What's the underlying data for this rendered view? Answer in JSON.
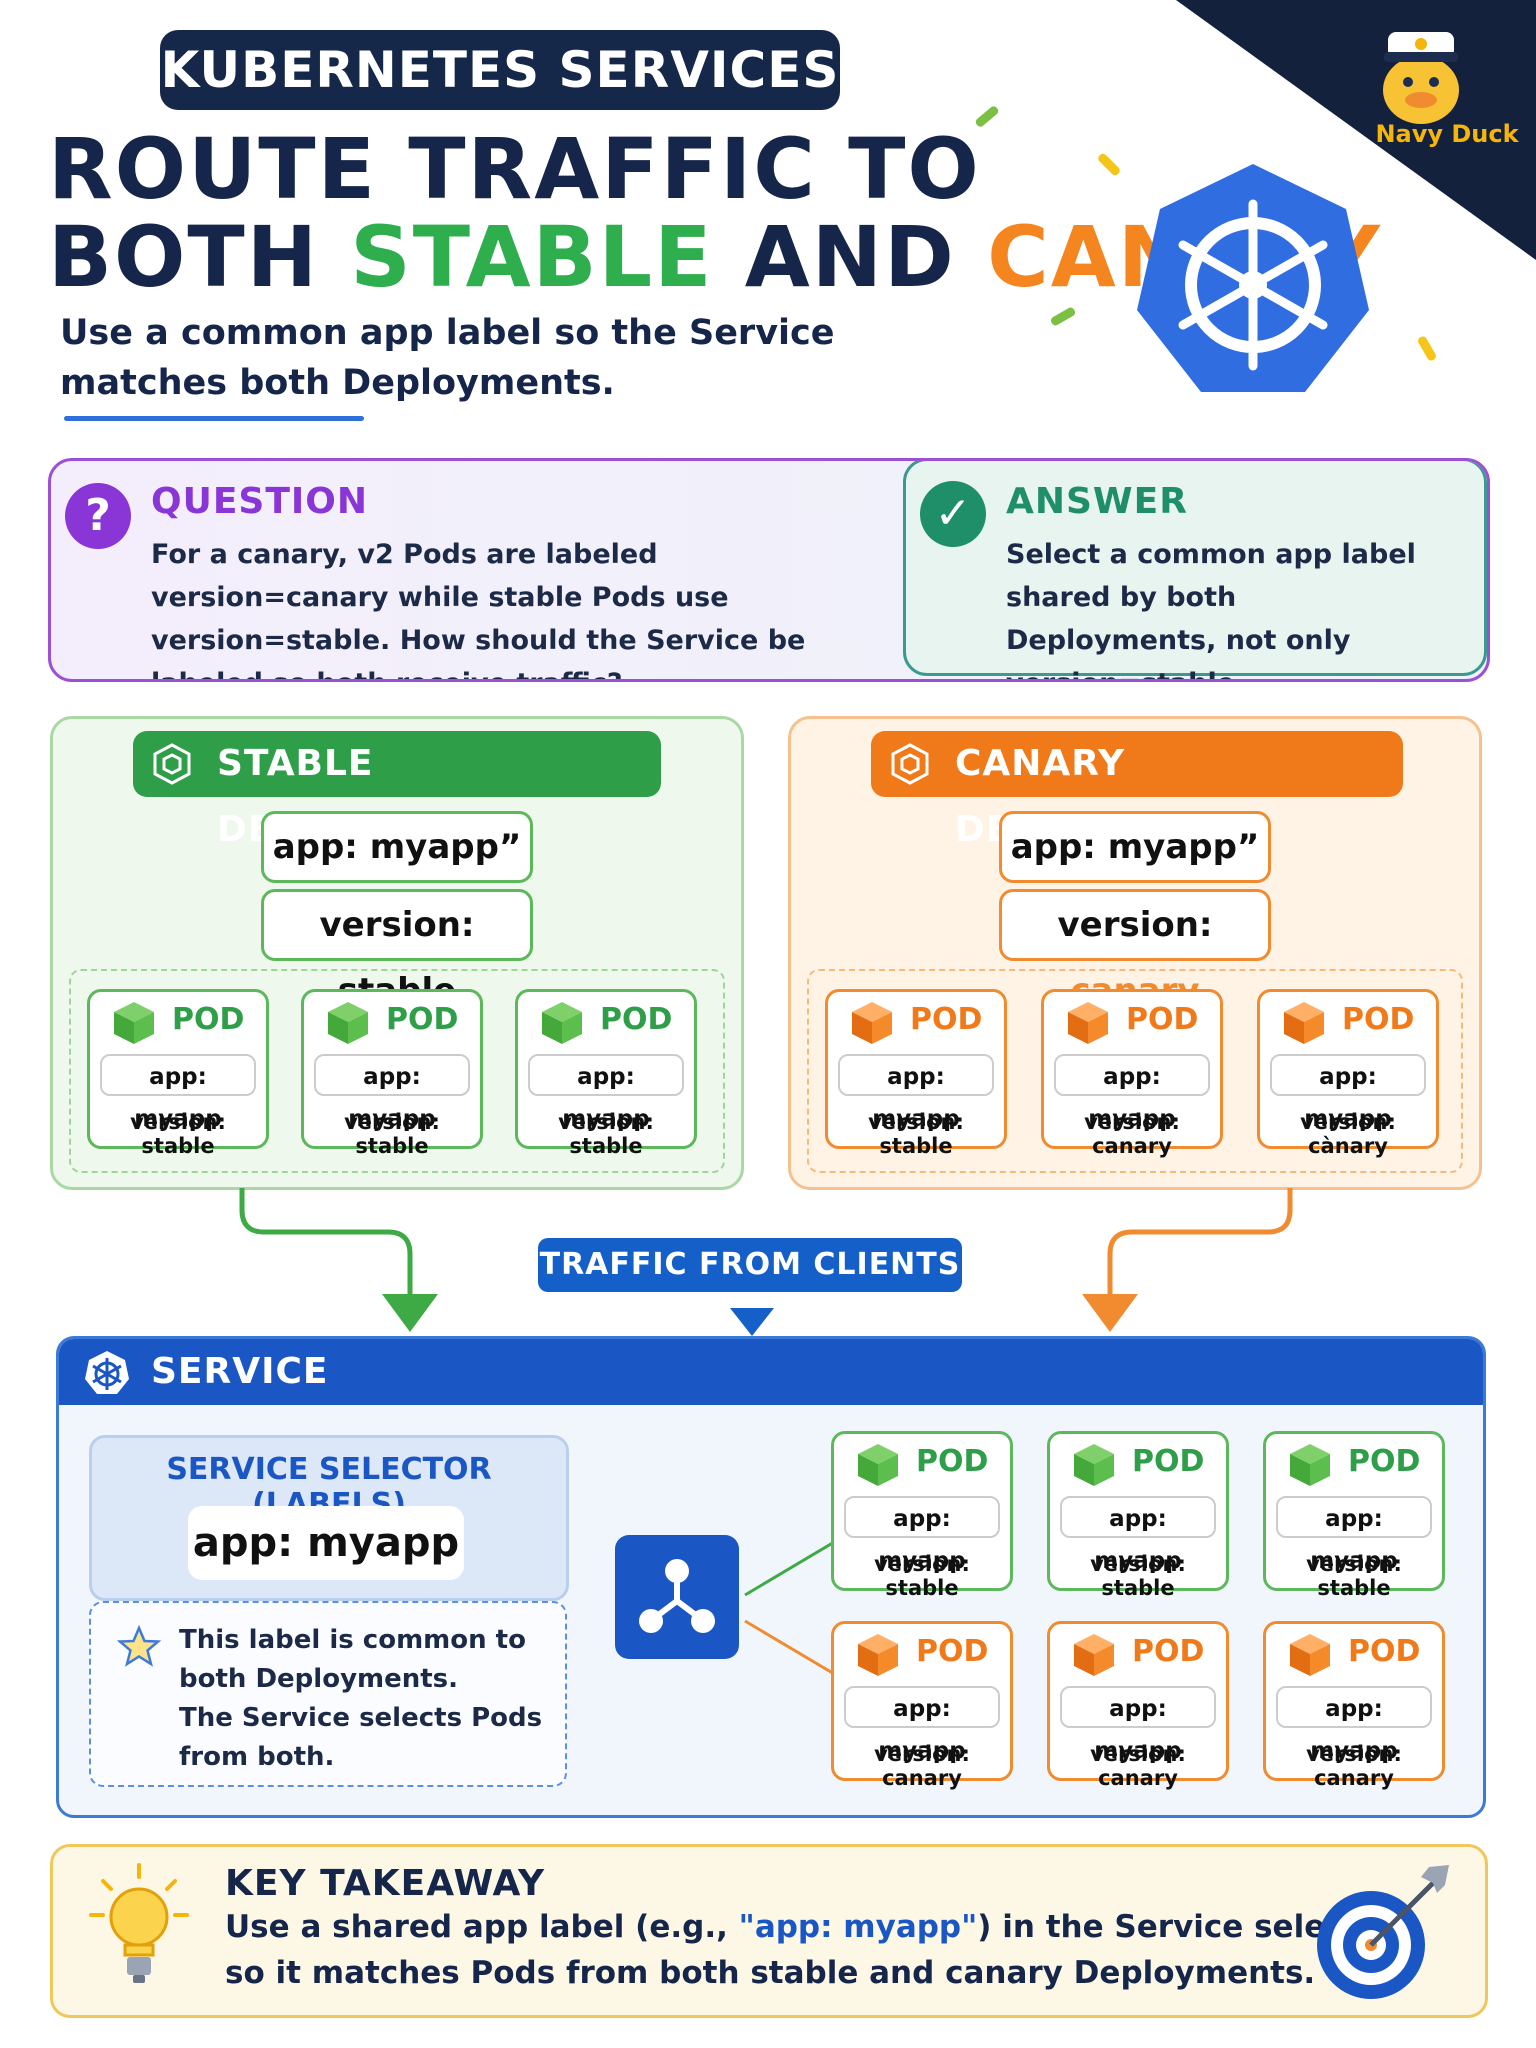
{
  "header": {
    "topic": "KUBERNETES SERVICES",
    "headline_line1": "ROUTE TRAFFIC TO",
    "headline_both": "BOTH",
    "headline_stable": "STABLE",
    "headline_and": "AND",
    "headline_canary": "CANARY",
    "subhead": "Use a common app label so the Service matches both Deployments.",
    "brand": "Navy Duck"
  },
  "qa": {
    "question_title": "QUESTION",
    "question_text": "For a canary, v2 Pods are labeled version=canary while stable Pods use version=stable. How should the Service be labeled so both receive traffic?",
    "answer_title": "ANSWER",
    "answer_text": "Select a common app label shared by both Deployments, not only version=stable."
  },
  "stable_deployment": {
    "title": "STABLE DEPLOYMENT",
    "app_label": "app: myapp”",
    "version_label": "version: stable",
    "pods": [
      {
        "title": "POD",
        "app": "app: myapp",
        "version": "version: stable"
      },
      {
        "title": "POD",
        "app": "app: myapp",
        "version": "version: stable"
      },
      {
        "title": "POD",
        "app": "app: myapp",
        "version": "version: stable"
      }
    ]
  },
  "canary_deployment": {
    "title": "CANARY DEPLOYMENT",
    "app_label": "app: myapp”",
    "version_key": "version:",
    "version_value": "canary",
    "pods": [
      {
        "title": "POD",
        "app": "app: myapp",
        "version": "version: stable"
      },
      {
        "title": "POD",
        "app": "app: myapp",
        "version": "version: canary"
      },
      {
        "title": "POD",
        "app": "app: myapp",
        "version": "version: cànary"
      }
    ]
  },
  "traffic_label": "TRAFFIC FROM CLIENTS",
  "service": {
    "title": "SERVICE",
    "selector_title": "SERVICE SELECTOR (LABELS)",
    "selector_label": "app: myapp",
    "note_lines": [
      "This label is common to",
      "both Deployments.",
      "The Service selects Pods",
      "from both."
    ],
    "stable_pods": [
      {
        "title": "POD",
        "app": "app: myapp",
        "version": "version: stable"
      },
      {
        "title": "POD",
        "app": "app: myapp",
        "version": "version: stable"
      },
      {
        "title": "POD",
        "app": "app: myapp",
        "version": "version: stable"
      }
    ],
    "canary_pods": [
      {
        "title": "POD",
        "app": "app: myapp",
        "version": "version: canary"
      },
      {
        "title": "POD",
        "app": "app: myapp",
        "version": "version: canary"
      },
      {
        "title": "POD",
        "app": "app: myapp",
        "version": "version: canary"
      }
    ]
  },
  "takeaway": {
    "title": "KEY TAKEAWAY",
    "line1_pre": "Use a shared app label (e.g.,",
    "line1_code": "\"app: myapp\"",
    "line1_post": ") in the Service selector",
    "line2": "so it matches Pods from both stable and canary Deployments."
  },
  "colors": {
    "navy": "#15264a",
    "stable_green": "#2eae4d",
    "canary_orange": "#f5851f",
    "service_blue": "#1a56c4",
    "question_purple": "#8a35d6",
    "answer_teal": "#1f8f6a"
  }
}
